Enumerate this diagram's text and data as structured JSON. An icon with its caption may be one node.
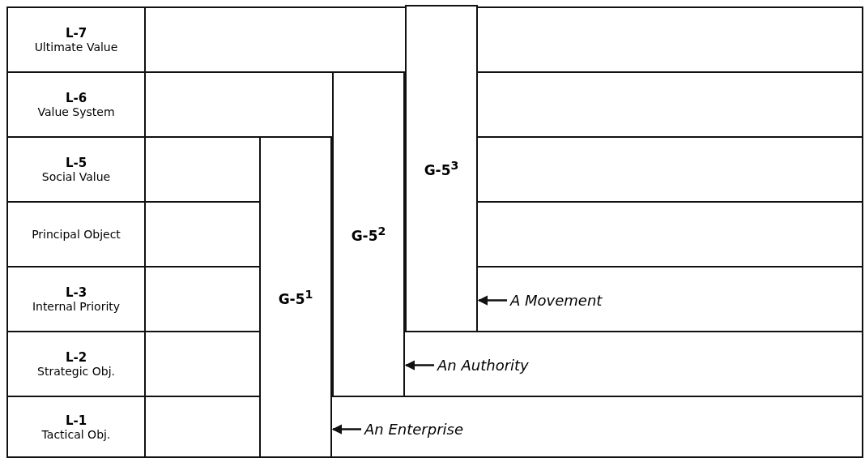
{
  "diagram": {
    "nodes": [
      {
        "text": [
          "L-7",
          "Ultimate Value"
        ]
      },
      {
        "text": [
          "L-6",
          "Value System"
        ]
      },
      {
        "text": [
          "L-5",
          "Social Value"
        ]
      },
      {
        "text": [
          "Principal Object"
        ]
      },
      {
        "text": [
          "L-3",
          "Internal Priority"
        ]
      },
      {
        "text": [
          "L-2",
          "Strategic Obj."
        ]
      },
      {
        "text": [
          "L-1",
          "Tactical Obj."
        ]
      },
      {
        "text": [
          "G-5$^{1}$"
        ]
      },
      {
        "text": [
          "G-5$^{2}$"
        ]
      },
      {
        "text": [
          "G-5$^{3}$"
        ]
      },
      {
        "text": [
          "A Movement"
        ]
      },
      {
        "text": [
          "An Authority"
        ]
      },
      {
        "text": [
          "An Enterprise"
        ]
      }
    ],
    "edges": [
      {
        "from": 10,
        "to": 9,
        "arrow": "to"
      },
      {
        "from": 11,
        "to": 8,
        "arrow": "to"
      },
      {
        "from": 12,
        "to": 7,
        "arrow": "to"
      }
    ]
  }
}
